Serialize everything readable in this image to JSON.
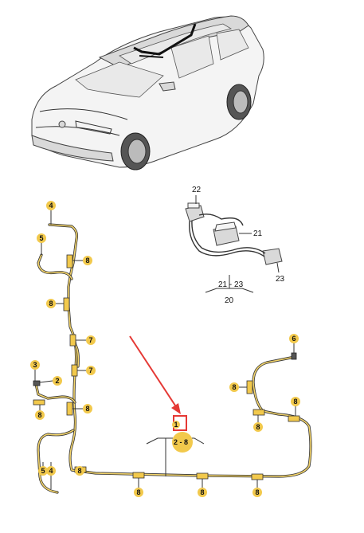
{
  "colors": {
    "badge": "#f2c94c",
    "highlight": "#e53935",
    "wire_core": "#f2d36a"
  },
  "icons": {
    "vehicle": "car-illustration",
    "arrow": "red-arrow"
  },
  "callouts": {
    "c22": "22",
    "c21": "21",
    "c23": "23",
    "c21_23": "21 - 23",
    "c20": "20",
    "c4a": "4",
    "c5a": "5",
    "c8a": "8",
    "c8b": "8",
    "c7a": "7",
    "c7b": "7",
    "c3": "3",
    "c2a": "2",
    "c8c": "8",
    "c8d": "8",
    "c5b": "5",
    "c4b": "4",
    "c8e": "8",
    "c1": "1",
    "c2_8": "2 - 8",
    "c8f": "8",
    "c8g": "8",
    "c8h": "8",
    "c6": "6",
    "c8i": "8",
    "c8j": "8",
    "c8k": "8"
  }
}
